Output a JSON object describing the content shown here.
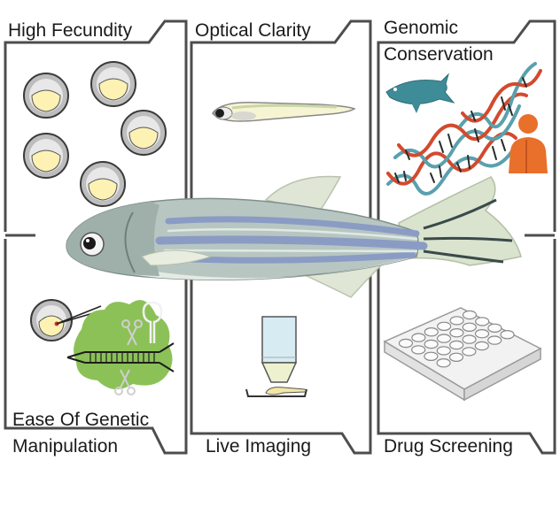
{
  "panels": {
    "high_fecundity": "High Fecundity",
    "optical_clarity": "Optical Clarity",
    "genomic_conservation_line1": "Genomic",
    "genomic_conservation_line2": "Conservation",
    "genetic_manipulation_line1": "Ease Of Genetic",
    "genetic_manipulation_line2": "Manipulation",
    "live_imaging": "Live Imaging",
    "drug_screening": "Drug Screening"
  },
  "colors": {
    "frame": "#4d4d4d",
    "yolk": "#fdf2b3",
    "egg_ring": "#9c9c9c",
    "dna_teal": "#5aa0ad",
    "dna_red": "#d24a2e",
    "fish_teal": "#3f8c99",
    "human_orange": "#e8702a",
    "crispr_green": "#8cc157",
    "objective_blue": "#d7ebf2",
    "fish_stripe": "#8a9cc4"
  }
}
